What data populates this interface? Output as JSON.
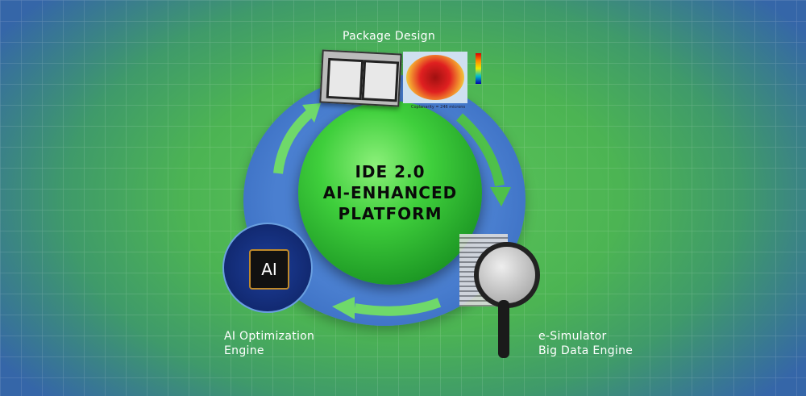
{
  "center": {
    "line1": "IDE 2.0",
    "line2": "AI-ENHANCED",
    "line3": "PLATFORM"
  },
  "package_design": {
    "label": "Package Design",
    "caption": "Coplanarity = 246 microns"
  },
  "ai_engine": {
    "line1": "AI Optimization",
    "line2": "Engine",
    "chip_text": "AI"
  },
  "simulator": {
    "line1": "e-Simulator",
    "line2": "Big Data Engine"
  }
}
